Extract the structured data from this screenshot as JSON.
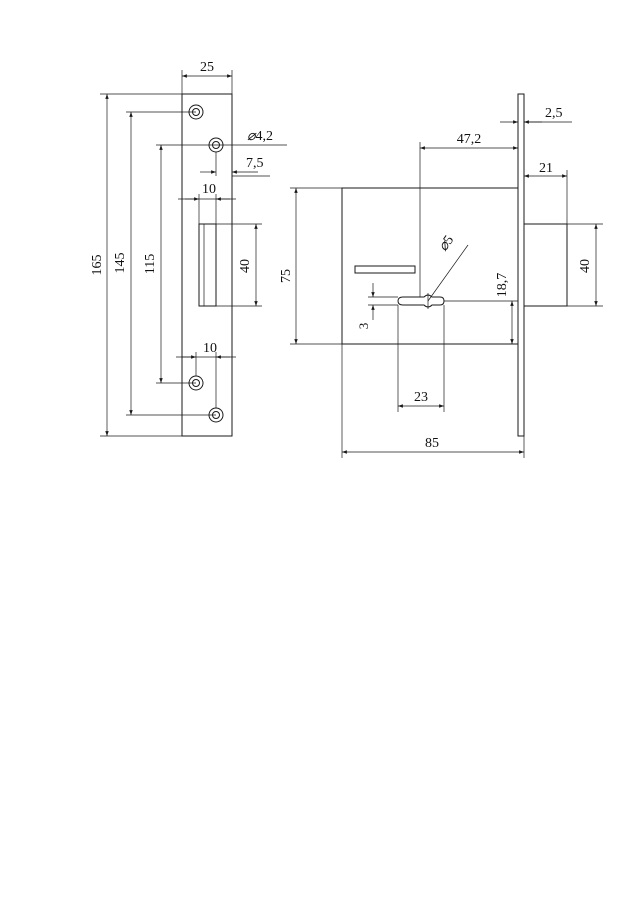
{
  "dimensions": {
    "faceplate_width": "25",
    "hole_diameter": "4,2",
    "hole_offset": "7,5",
    "slot_width_top": "10",
    "slot_height": "40",
    "slot_width_bottom": "10",
    "total_height": "165",
    "screw_spacing_outer": "145",
    "screw_spacing_inner": "115",
    "plate_thickness": "2,5",
    "backset": "47,2",
    "bolt_projection": "21",
    "bolt_height": "40",
    "body_height": "75",
    "keyhole_diameter": "5",
    "keyhole_offset": "18,7",
    "keyhole_gap": "3",
    "keyhole_span": "23",
    "body_depth": "85"
  }
}
